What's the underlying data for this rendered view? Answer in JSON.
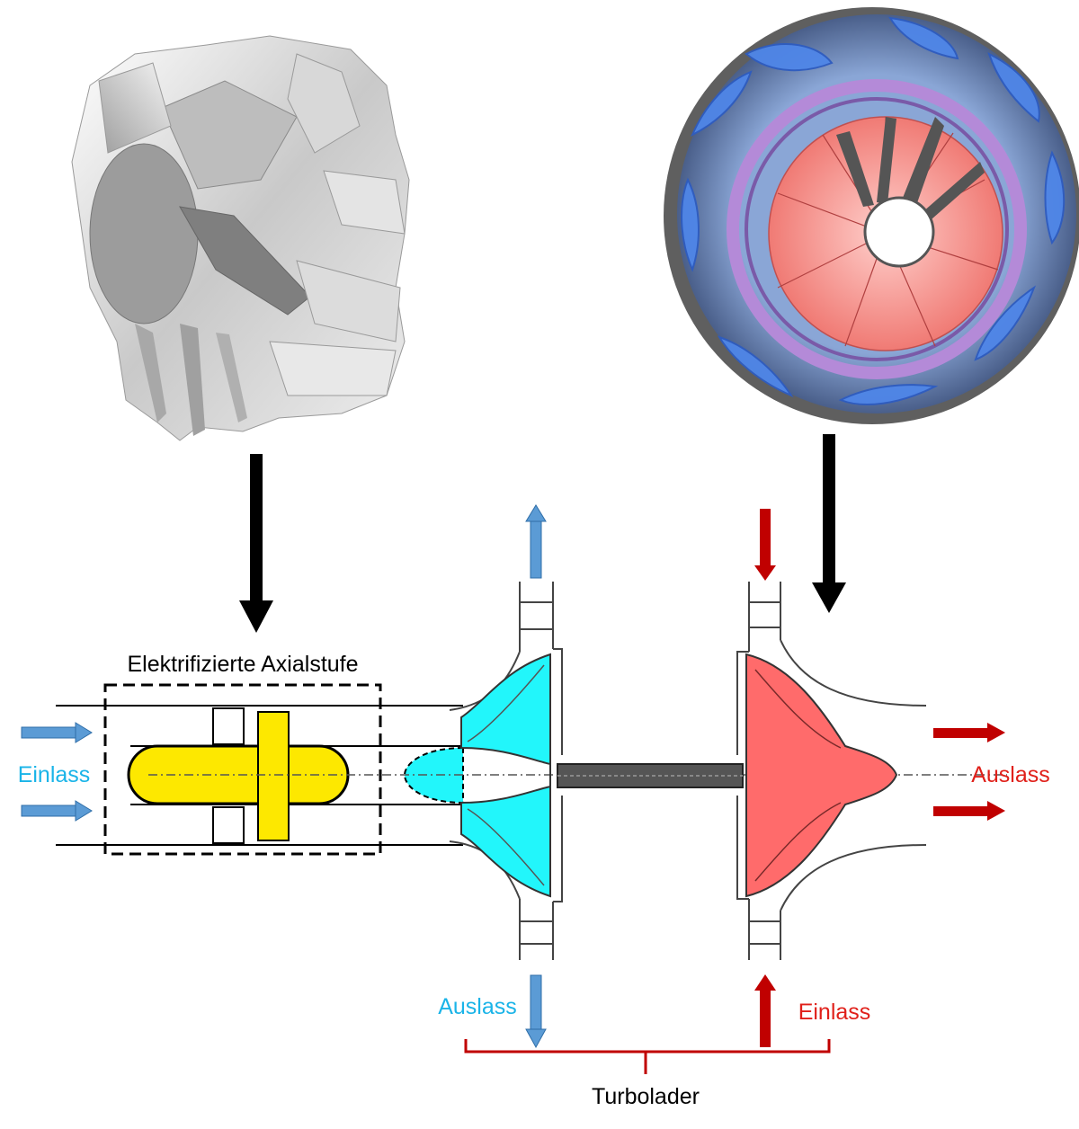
{
  "labels": {
    "axial_stage": "Elektrifizierte Axialstufe",
    "inlet_left": "Einlass",
    "outlet_right": "Auslass",
    "compressor_outlet": "Auslass",
    "turbine_inlet": "Einlass",
    "turbocharger": "Turbolader"
  },
  "colors": {
    "compressor_fill": "#22f6fb",
    "turbine_fill": "#ff6b6b",
    "axial_rotor_fill": "#fde800",
    "cold_flow_arrow": "#5b9bd5",
    "hot_flow_arrow": "#c00000",
    "cold_text": "#1ab4e8",
    "hot_text": "#e0201a",
    "brace": "#c00000",
    "render_shade": "#cfcfcf",
    "turbine_render_blue": "#3a78e0",
    "turbine_render_pink": "#f28a85"
  },
  "icons": {
    "axial_render": "axial-fan-blade-render",
    "turbine_render": "radial-turbine-with-nozzle-vanes-render"
  }
}
